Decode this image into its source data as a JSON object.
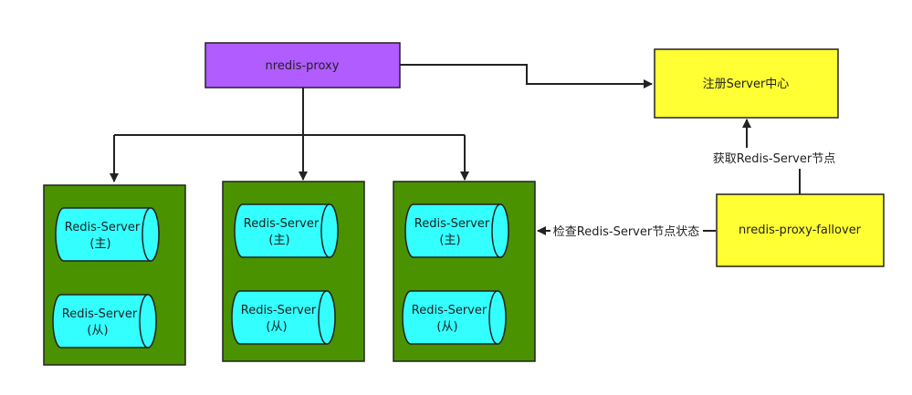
{
  "nodes": {
    "proxy": {
      "label": "nredis-proxy",
      "fill": "#b05cff"
    },
    "registry": {
      "label": "注册Server中心",
      "fill": "#ffff33"
    },
    "fallover": {
      "label": "nredis-proxy-fallover",
      "fill": "#ffff33"
    }
  },
  "server_group_fill": "#4a9200",
  "cylinder_fill": "#33ffff",
  "groups": [
    {
      "master": {
        "name": "Redis-Server",
        "role": "(主)"
      },
      "slave": {
        "name": "Redis-Server",
        "role": "(从)"
      }
    },
    {
      "master": {
        "name": "Redis-Server",
        "role": "(主)"
      },
      "slave": {
        "name": "Redis-Server",
        "role": "(从)"
      }
    },
    {
      "master": {
        "name": "Redis-Server",
        "role": "(主)"
      },
      "slave": {
        "name": "Redis-Server",
        "role": "(从)"
      }
    }
  ],
  "edge_labels": {
    "get_nodes": "获取Redis-Server节点",
    "check_status": "检查Redis-Server节点状态"
  }
}
